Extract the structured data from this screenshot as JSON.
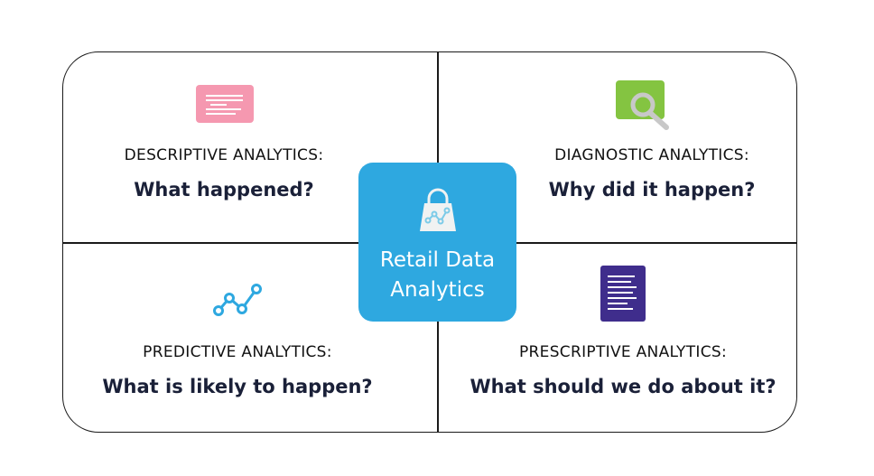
{
  "center": {
    "title_line1": "Retail Data",
    "title_line2": "Analytics",
    "color": "#2ea8e0"
  },
  "quadrants": [
    {
      "label": "DESCRIPTIVE ANALYTICS:",
      "question": "What happened?",
      "icon": "card-icon",
      "color": "#f598b0"
    },
    {
      "label": "DIAGNOSTIC ANALYTICS:",
      "question": "Why did it happen?",
      "icon": "magnifier-icon",
      "color": "#84c441"
    },
    {
      "label": "PREDICTIVE ANALYTICS:",
      "question": "What is likely to happen?",
      "icon": "trend-line-icon",
      "color": "#2ea8e0"
    },
    {
      "label": "PRESCRIPTIVE ANALYTICS:",
      "question": "What should we do about it?",
      "icon": "document-icon",
      "color": "#3f2d8c"
    }
  ]
}
